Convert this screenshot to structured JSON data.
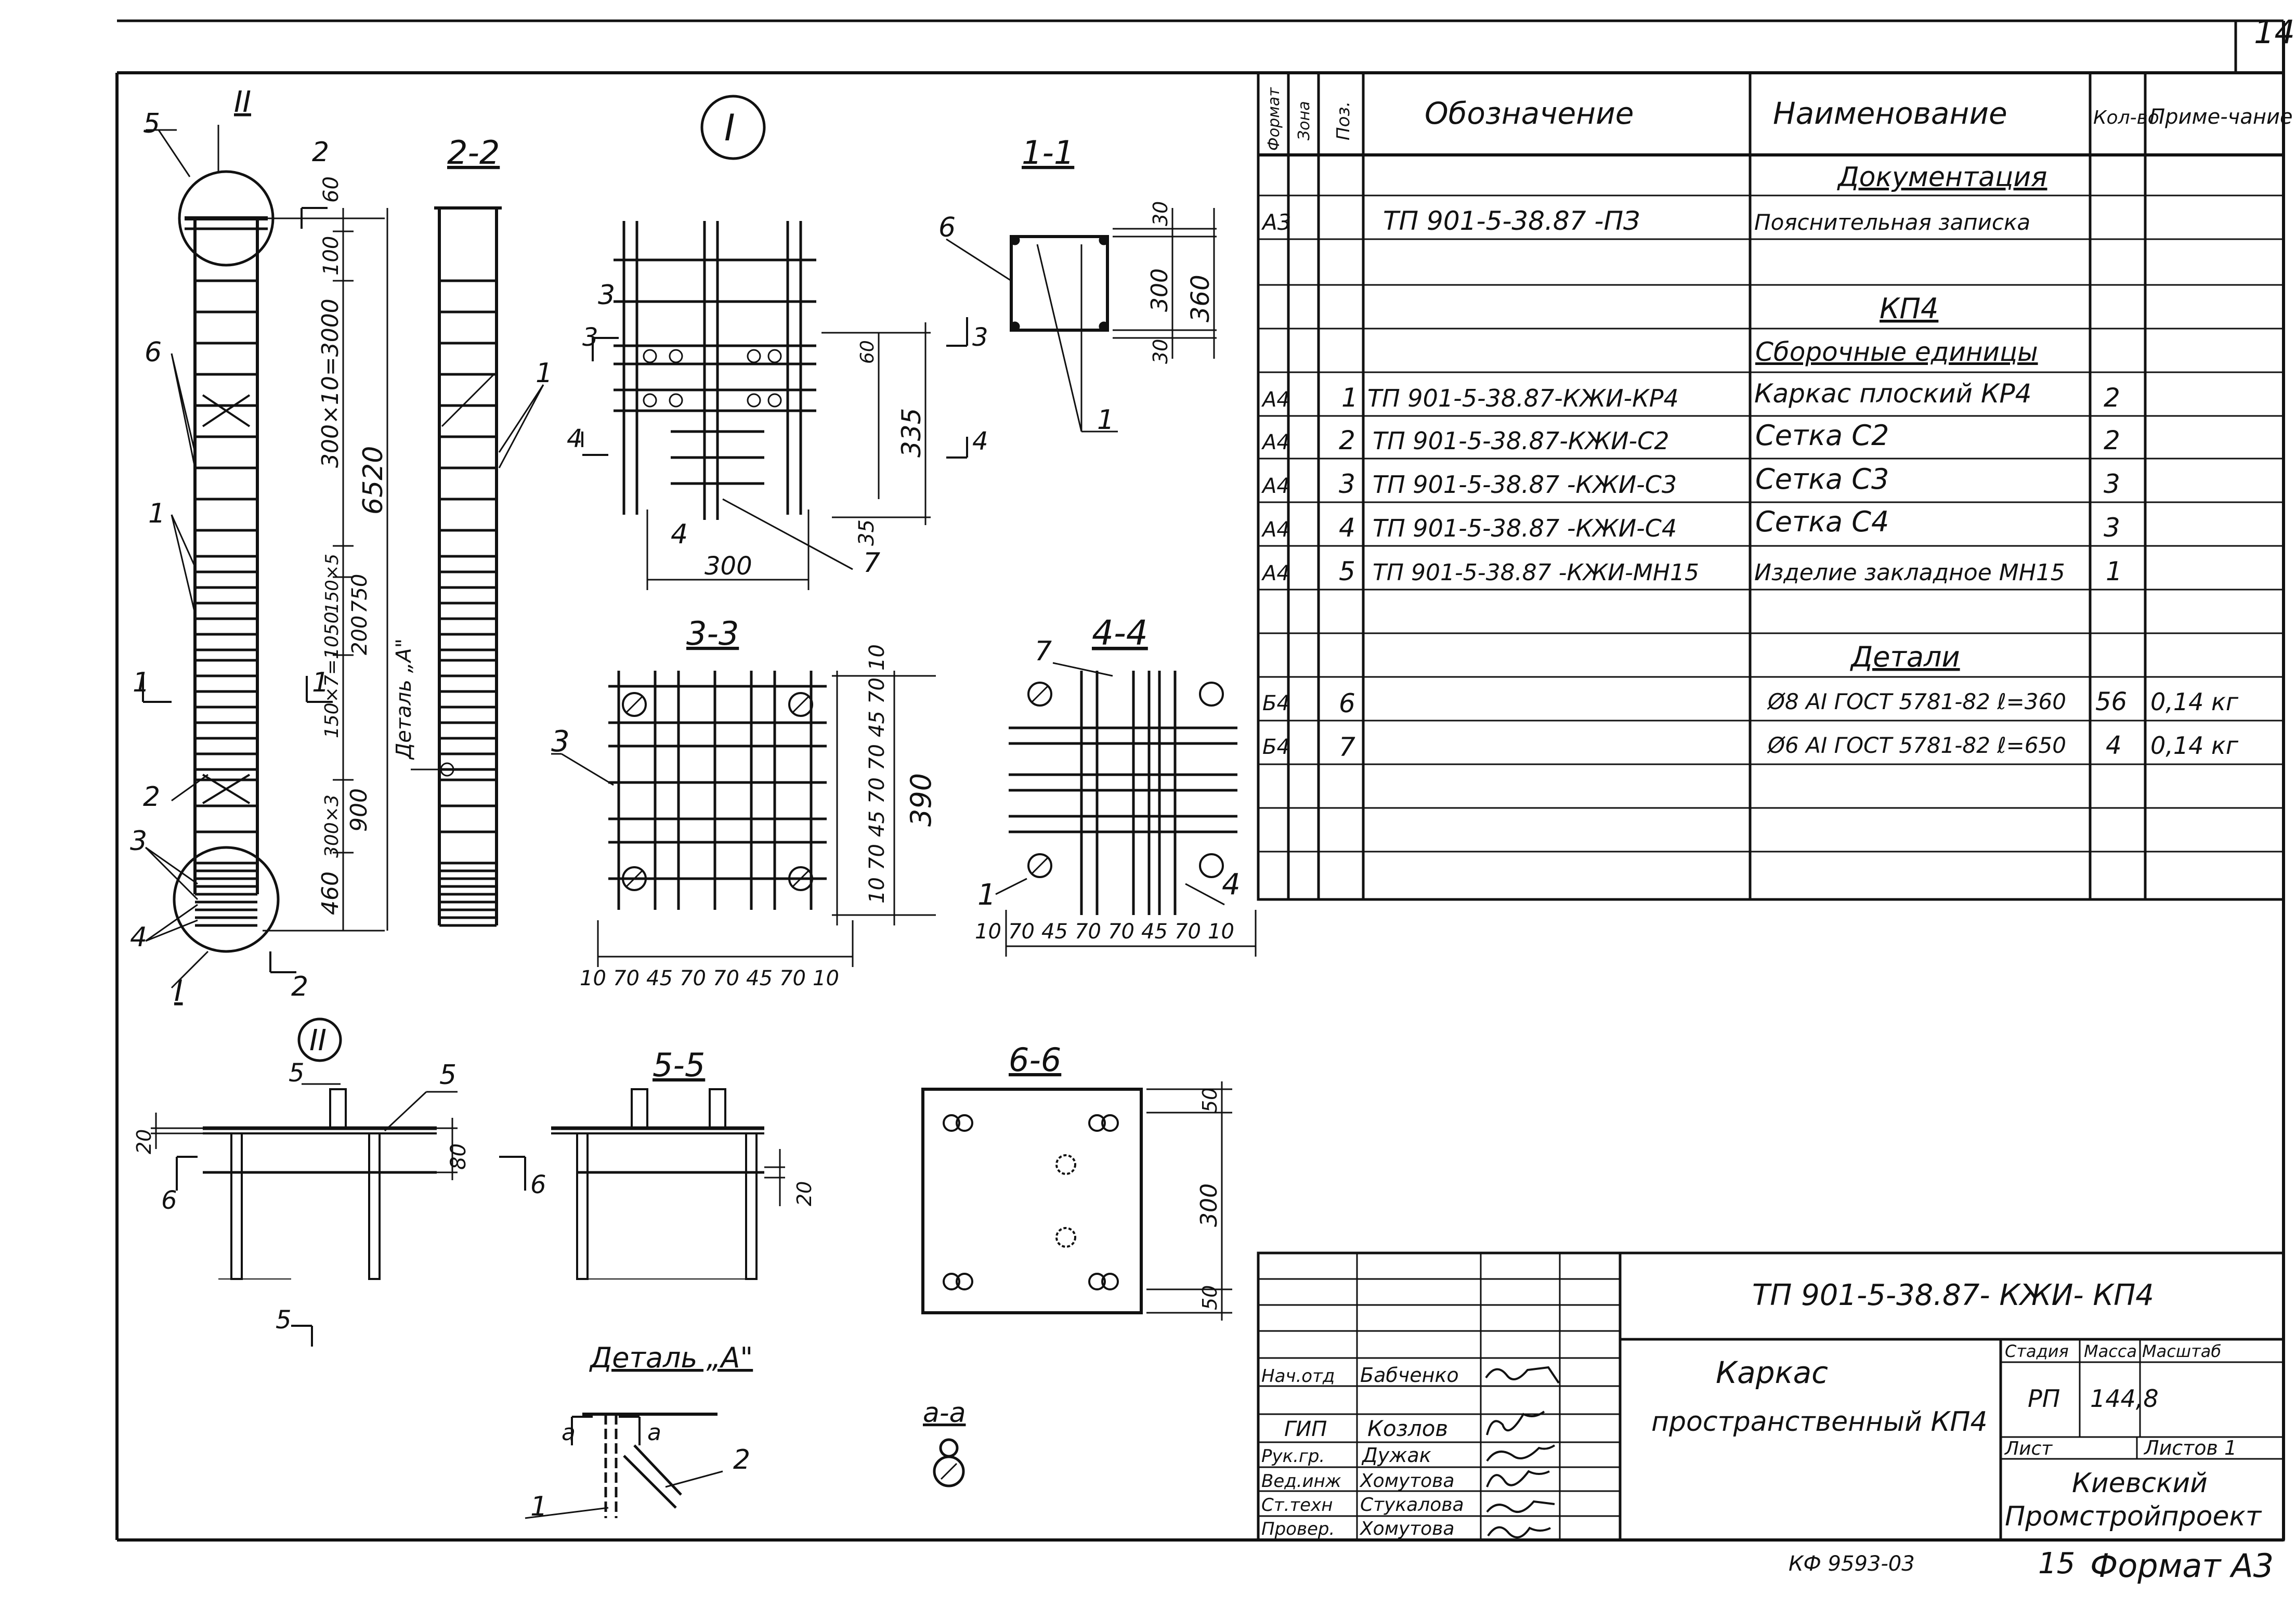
{
  "sheet": {
    "sheet_number": "14",
    "bottom_code": "КФ 9593-03",
    "bottom_page": "15",
    "bottom_format": "Формат А3"
  },
  "spec_table": {
    "headers": {
      "format": "Формат",
      "zone": "Зона",
      "pos": "Поз.",
      "designation": "Обозначение",
      "name": "Наименование",
      "qty": "Кол-во",
      "note": "Приме-чание"
    },
    "sections": {
      "documentation": "Документация",
      "kp4": "КП4",
      "assembly_units": "Сборочные единицы",
      "details": "Детали"
    },
    "doc_row": {
      "format": "А3",
      "designation": "ТП 901-5-38.87 -ПЗ",
      "name": "Пояснительная записка"
    },
    "assembly_rows": [
      {
        "format": "А4",
        "pos": "1",
        "designation": "ТП 901-5-38.87-КЖИ-КР4",
        "name": "Каркас плоский КР4",
        "qty": "2"
      },
      {
        "format": "А4",
        "pos": "2",
        "designation": "ТП 901-5-38.87-КЖИ-С2",
        "name": "Сетка С2",
        "qty": "2"
      },
      {
        "format": "А4",
        "pos": "3",
        "designation": "ТП 901-5-38.87 -КЖИ-С3",
        "name": "Сетка С3",
        "qty": "3"
      },
      {
        "format": "А4",
        "pos": "4",
        "designation": "ТП 901-5-38.87 -КЖИ-С4",
        "name": "Сетка С4",
        "qty": "3"
      },
      {
        "format": "А4",
        "pos": "5",
        "designation": "ТП 901-5-38.87 -КЖИ-МН15",
        "name": "Изделие закладное МН15",
        "qty": "1"
      }
    ],
    "detail_rows": [
      {
        "format": "Б4",
        "pos": "6",
        "name": "Ø8 АI ГОСТ 5781-82 ℓ=360",
        "qty": "56",
        "note": "0,14 кг"
      },
      {
        "format": "Б4",
        "pos": "7",
        "name": "Ø6 АI ГОСТ 5781-82 ℓ=650",
        "qty": "4",
        "note": "0,14 кг"
      }
    ]
  },
  "title_block": {
    "code": "ТП 901-5-38.87- КЖИ- КП4",
    "title_line1": "Каркас",
    "title_line2": "пространственный КП4",
    "stage_label": "Стадия",
    "mass_label": "Масса",
    "scale_label": "Масштаб",
    "stage": "РП",
    "mass": "144,8",
    "sheet_label": "Лист",
    "sheets_label": "Листов 1",
    "org_line1": "Киевский",
    "org_line2": "Промстройпроект",
    "signatories": [
      {
        "role": "Нач.отд",
        "name": "Бабченко"
      },
      {
        "role": "ГИП",
        "name": "Козлов"
      },
      {
        "role": "Рук.гр.",
        "name": "Дужак"
      },
      {
        "role": "Вед.инж",
        "name": "Хомутова"
      },
      {
        "role": "Ст.техн",
        "name": "Стукалова"
      },
      {
        "role": "Провер.",
        "name": "Хомутова"
      }
    ]
  },
  "views": {
    "roman1": "I",
    "roman2": "II",
    "sec22": "2-2",
    "sec11": "1-1",
    "sec33": "3-3",
    "sec44": "4-4",
    "sec55": "5-5",
    "sec66": "6-6",
    "secaa": "а-а",
    "detail_a": "Деталь „А\"",
    "detail_a_vertical": "Деталь „А\""
  },
  "dims": {
    "elev": {
      "d60": "60",
      "d100": "100",
      "d300x10": "300×10=3000",
      "d6520": "6520",
      "d150x5": "150×5",
      "d750": "750",
      "d200": "200",
      "d150x7": "150×7=1050",
      "d300x3": "300×3",
      "d900": "900",
      "d460": "460"
    },
    "elev_pos": {
      "p5": "5",
      "p6": "6",
      "p1": "1",
      "p2": "2",
      "p3": "3",
      "p4": "4",
      "roman1": "I",
      "roman2": "II"
    },
    "elev_cuts": {
      "c2a": "2",
      "c2b": "2",
      "c1a": "1",
      "c1b": "1"
    },
    "sec22_pos": "1",
    "v1": {
      "p3": "3",
      "p4": "4",
      "p7": "7",
      "d300": "300",
      "d335": "335",
      "d60": "60",
      "d35": "35",
      "cut3": "3",
      "cut4": "4"
    },
    "v11": {
      "p6": "6",
      "p1": "1",
      "d30a": "30",
      "d300": "300",
      "d360": "360",
      "d30b": "30",
      "cut3": "3"
    },
    "v33": {
      "p3": "3",
      "d390": "390",
      "bottom": [
        "10",
        "70",
        "45",
        "70",
        "70",
        "45",
        "70",
        "10"
      ],
      "right": [
        "10",
        "70",
        "45",
        "70",
        "70",
        "45",
        "70",
        "10"
      ]
    },
    "v44": {
      "p7": "7",
      "p1": "1",
      "p4": "4",
      "bottom": [
        "10",
        "70",
        "45",
        "70",
        "70",
        "45",
        "70",
        "10"
      ]
    },
    "v2": {
      "p5": "5",
      "d20": "20",
      "d80": "80",
      "cut5a": "5",
      "cut5b": "5",
      "cut6": "6"
    },
    "v55": {
      "d20": "20",
      "cut6": "6"
    },
    "v66": {
      "d50a": "50",
      "d300": "300",
      "d50b": "50"
    },
    "va": {
      "p1": "1",
      "p2": "2",
      "cut_a1": "а",
      "cut_a2": "а"
    }
  },
  "colors": {
    "ink": "#111111",
    "paper": "#ffffff"
  }
}
